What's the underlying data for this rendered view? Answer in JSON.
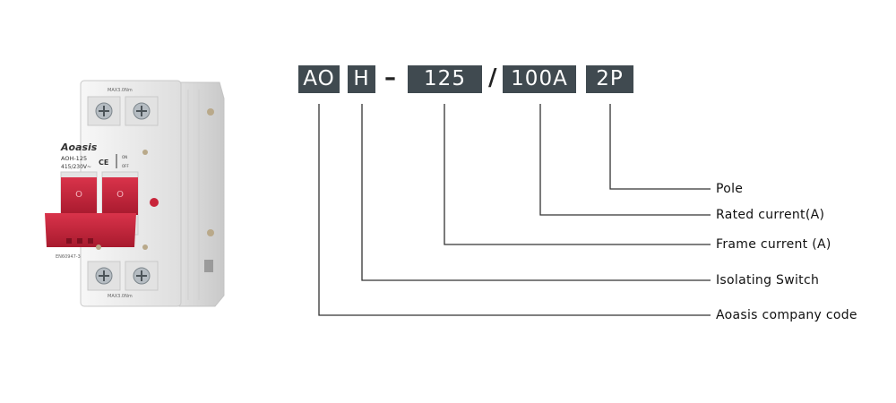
{
  "product": {
    "brand": "Aoasis",
    "model": "AOH-125",
    "voltage": "415/230V~",
    "torque_top": "MAX3.0Nm",
    "torque_bottom": "MAX3.0Nm",
    "switch_on": "ON",
    "switch_off": "OFF",
    "handle_mark": "O",
    "ce_mark": "CE",
    "standard": "EN60947-3"
  },
  "code": {
    "segments": [
      "AO",
      "H",
      "125",
      "100A",
      "2P"
    ],
    "dash": "–",
    "slash": "/"
  },
  "labels": {
    "pole": "Pole",
    "rated_current": "Rated current(A)",
    "frame_current": "Frame current (A)",
    "isolating_switch": "Isolating Switch",
    "company_code": "Aoasis company code"
  },
  "colors": {
    "code_box": "#404a50",
    "leader": "#333333",
    "handle": "#c8243a",
    "body": "#ececec"
  }
}
